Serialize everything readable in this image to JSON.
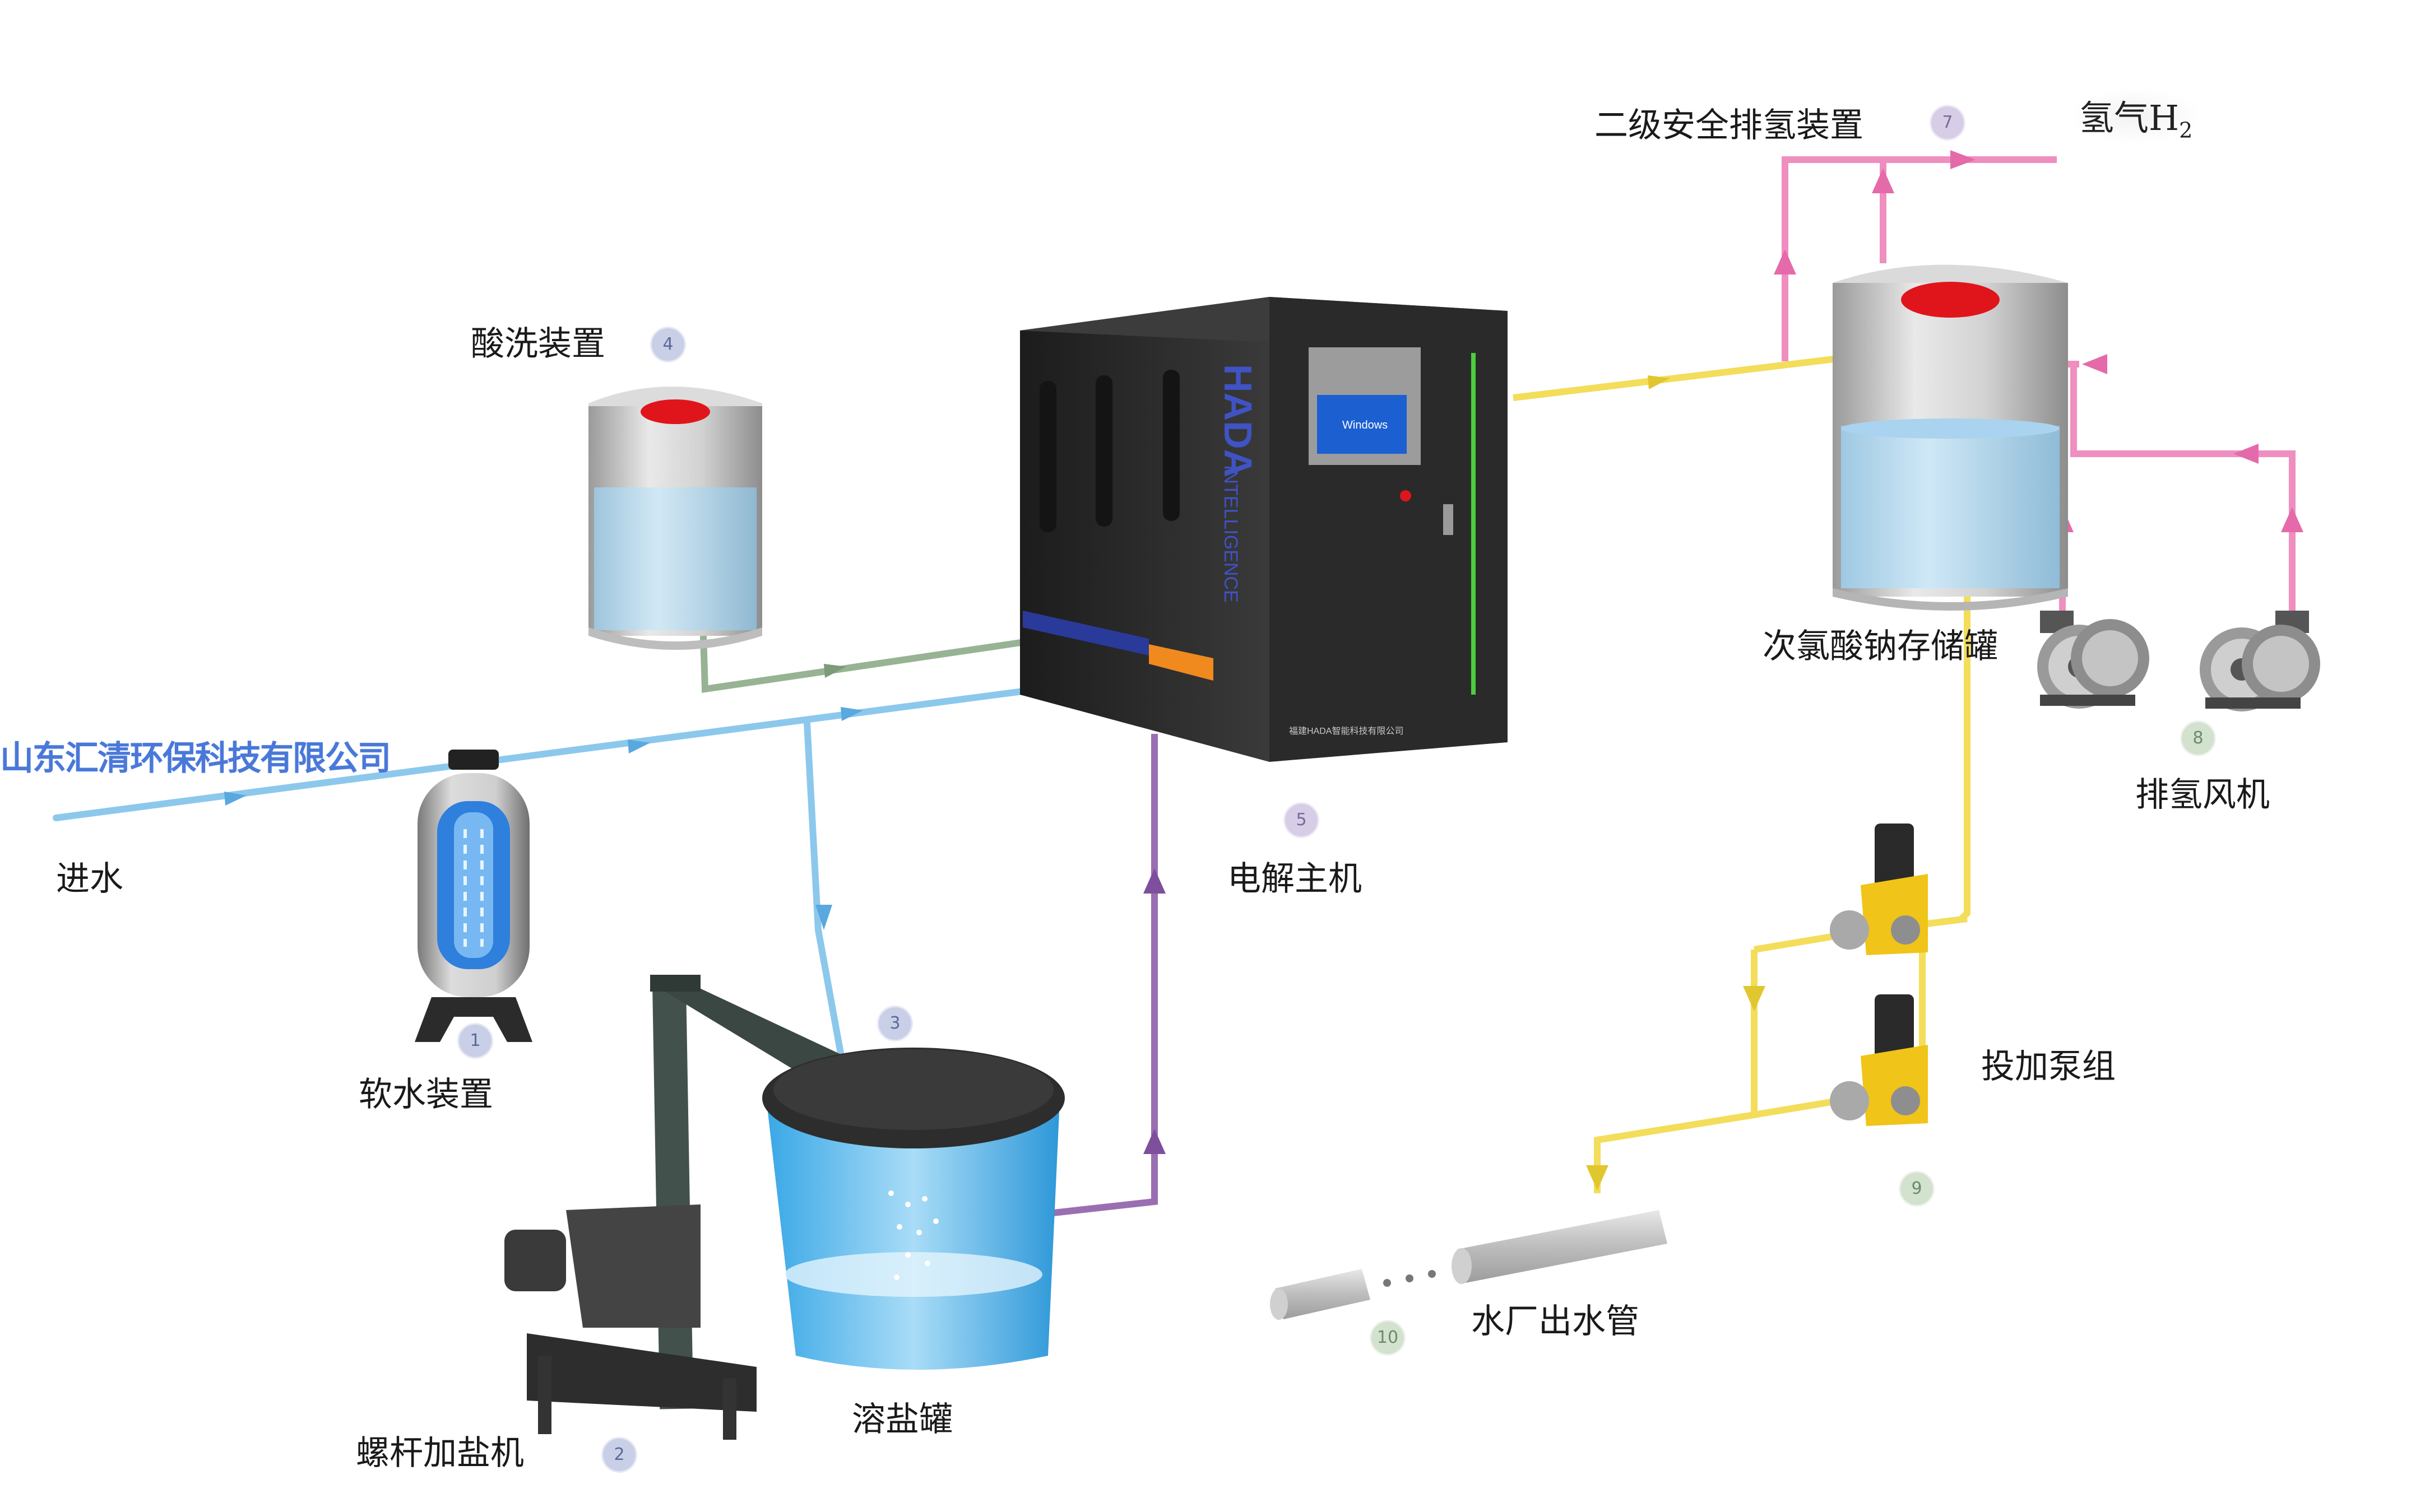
{
  "company": "山东汇清环保科技有限公司",
  "labels": {
    "inlet": "进水",
    "softener": "软水装置",
    "screw_salt": "螺杆加盐机",
    "dissolve_tank": "溶盐罐",
    "acid_wash": "酸洗装置",
    "electrolyzer": "电解主机",
    "secondary_vent": "二级安全排氢装置",
    "hydrogen": "氢气H",
    "hydrogen_sub": "2",
    "storage_tank": "次氯酸钠存储罐",
    "blower": "排氢风机",
    "dosing_pumps": "投加泵组",
    "outlet_pipe": "水厂出水管"
  },
  "badges": {
    "b1": "1",
    "b2": "2",
    "b3": "3",
    "b4": "4",
    "b5": "5",
    "b7": "7",
    "b8": "8",
    "b9": "9",
    "b10": "10"
  },
  "machine": {
    "brand": "HADA",
    "brand_sub": "INTELLIGENCE",
    "screen_text": "Windows",
    "nameplate": "福建HADA智能科技有限公司"
  },
  "colors": {
    "water_pipe": "#8cc8ec",
    "acid_pipe": "#97b394",
    "brine_pipe": "#9a6fb2",
    "product_pipe": "#f3dd5a",
    "hydrogen_pipe": "#ee8fbf",
    "tank_lid": "#e0151b",
    "liquid": "#bfe0f3",
    "machine": "#2a2a2a"
  }
}
